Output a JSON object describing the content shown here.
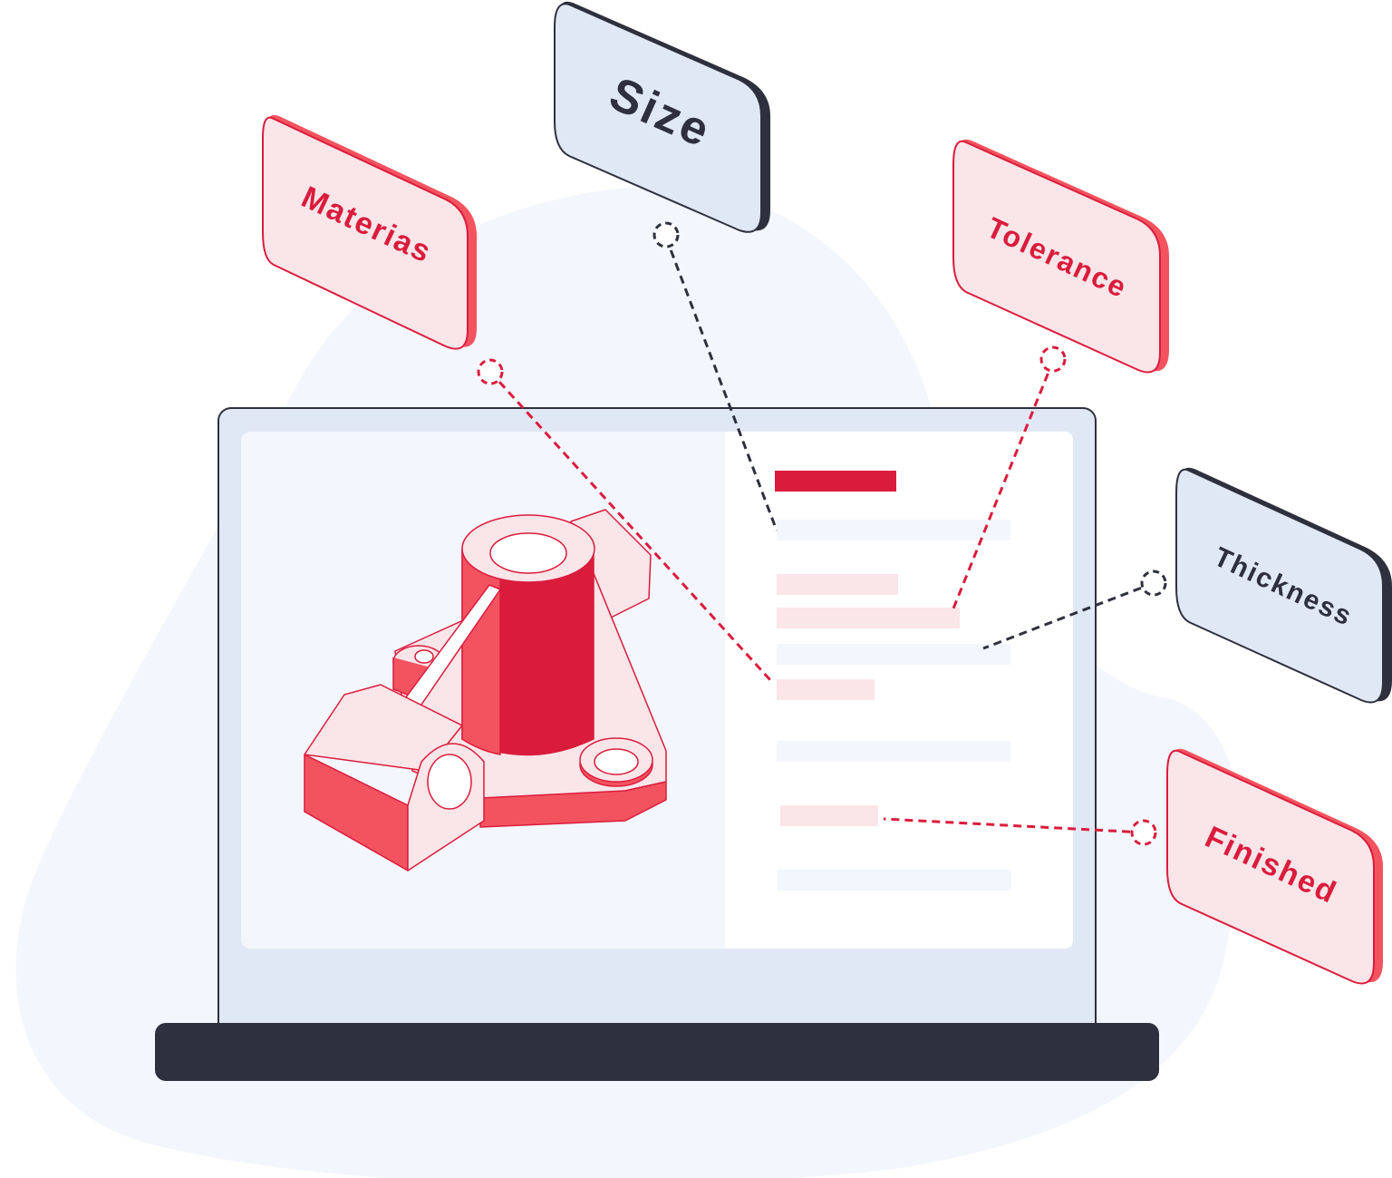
{
  "colors": {
    "accent_red": "#da1c3c",
    "light_red": "#f3535f",
    "pink_fill": "#fae5e9",
    "pale_pink": "#f9dfe4",
    "blue_card": "#e1e8f5",
    "dark": "#2e303d",
    "screen_bezel": "#e1e8f5",
    "screen_bg": "#f3f6fc",
    "panel_bg": "#ffffff",
    "blob_bg": "#f3f6fc"
  },
  "tags": {
    "materias": {
      "label": "Materias",
      "style": "red"
    },
    "size": {
      "label": "Size",
      "style": "blue"
    },
    "tolerance": {
      "label": "Tolerance",
      "style": "red"
    },
    "thickness": {
      "label": "Thickness",
      "style": "blue"
    },
    "finished": {
      "label": "Finished",
      "style": "red"
    }
  },
  "icons": {
    "part": "machined-part-icon",
    "laptop": "laptop-icon"
  }
}
